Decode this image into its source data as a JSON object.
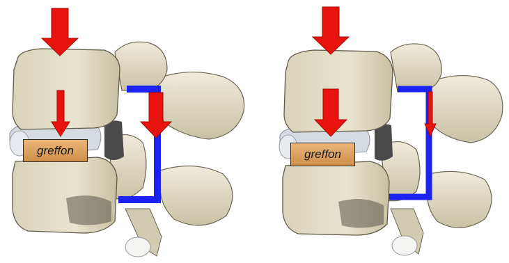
{
  "panels": [
    {
      "graft_label": "greffon"
    },
    {
      "graft_label": "greffon"
    }
  ],
  "colors": {
    "bone": "#e4dfc9",
    "bone_shadow": "#b9b296",
    "arrow": "#e8130c",
    "column_path": "#1c22f0",
    "graft": "#d89c56",
    "disc": "#d3d8df"
  },
  "icons": [
    "down-arrow-icon",
    "vertebra-illustration",
    "column-path-line"
  ]
}
